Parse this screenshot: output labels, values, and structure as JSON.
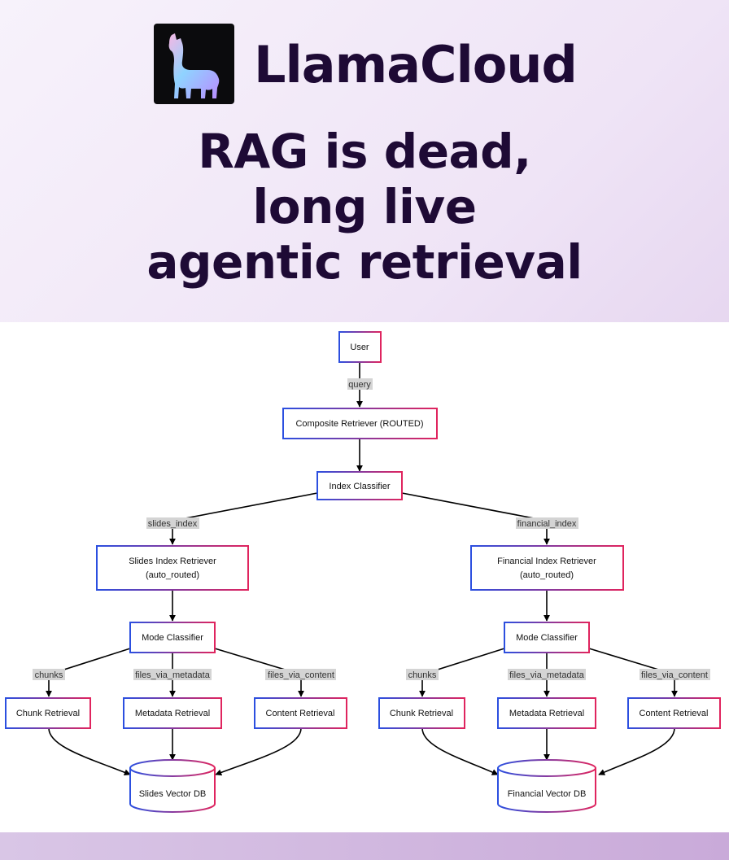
{
  "brand": {
    "name": "LlamaCloud",
    "logo_icon": "llama-icon"
  },
  "headline": {
    "line1": "RAG is dead,",
    "line2": "long live",
    "line3": "agentic retrieval"
  },
  "colors": {
    "text_dark": "#1e0a35",
    "node_border_start": "#2b4fe0",
    "node_border_end": "#e0245e",
    "edge_label_bg": "#d4d4d4"
  },
  "diagram": {
    "nodes": {
      "user": "User",
      "composite": "Composite Retriever (ROUTED)",
      "index_classifier": "Index Classifier",
      "slides_retriever_1": "Slides Index Retriever",
      "slides_retriever_2": "(auto_routed)",
      "financial_retriever_1": "Financial Index Retriever",
      "financial_retriever_2": "(auto_routed)",
      "mode_classifier_left": "Mode Classifier",
      "mode_classifier_right": "Mode Classifier",
      "chunk_left": "Chunk Retrieval",
      "metadata_left": "Metadata Retrieval",
      "content_left": "Content Retrieval",
      "chunk_right": "Chunk Retrieval",
      "metadata_right": "Metadata Retrieval",
      "content_right": "Content Retrieval",
      "slides_db": "Slides Vector DB",
      "financial_db": "Financial Vector DB"
    },
    "edges": {
      "query": "query",
      "slides_index": "slides_index",
      "financial_index": "financial_index",
      "chunks_left": "chunks",
      "metadata_left": "files_via_metadata",
      "content_left": "files_via_content",
      "chunks_right": "chunks",
      "metadata_right": "files_via_metadata",
      "content_right": "files_via_content"
    }
  }
}
